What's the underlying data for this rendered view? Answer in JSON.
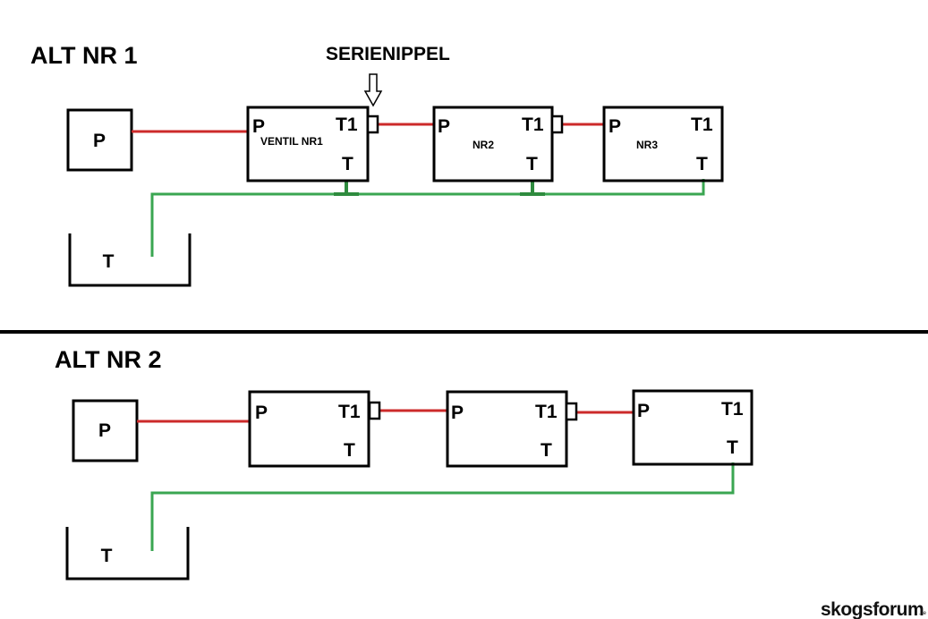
{
  "alt1": {
    "title": "ALT NR 1",
    "callout": "SERIENIPPEL",
    "pump_label": "P",
    "tank_label": "T",
    "valves": [
      {
        "p": "P",
        "t1": "T1",
        "t": "T",
        "name": "VENTIL NR1"
      },
      {
        "p": "P",
        "t1": "T1",
        "t": "T",
        "name": "NR2"
      },
      {
        "p": "P",
        "t1": "T1",
        "t": "T",
        "name": "NR3"
      }
    ]
  },
  "alt2": {
    "title": "ALT NR 2",
    "pump_label": "P",
    "tank_label": "T",
    "valves": [
      {
        "p": "P",
        "t1": "T1",
        "t": "T"
      },
      {
        "p": "P",
        "t1": "T1",
        "t": "T"
      },
      {
        "p": "P",
        "t1": "T1",
        "t": "T"
      }
    ]
  },
  "watermark": {
    "text": "skogsforum",
    "suffix": ".se"
  },
  "colors": {
    "pressure_line": "#cc2a2a",
    "return_line": "#3aa651",
    "tee_fitting": "#2e8b3e",
    "outline": "#000000"
  }
}
